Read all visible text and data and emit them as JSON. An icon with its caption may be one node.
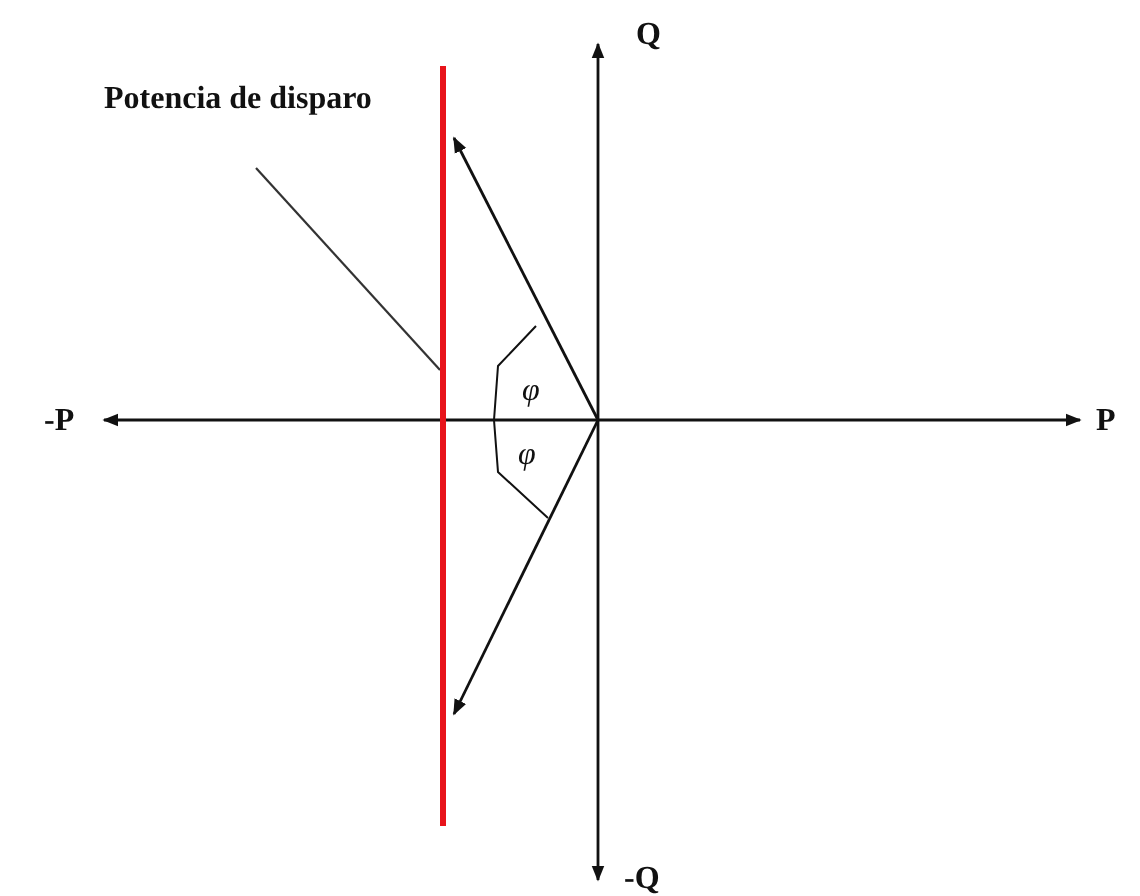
{
  "diagram": {
    "nodes": [
      {
        "text": [
          "Potencia de disparo"
        ]
      },
      {
        "text": [],
        "shape": "bar"
      }
    ],
    "edges": [
      {
        "from": 0,
        "to": 1,
        "arrow": "none"
      }
    ],
    "labels": [
      "Q",
      "-P",
      "P",
      "-Q",
      "φ",
      "φ"
    ]
  }
}
